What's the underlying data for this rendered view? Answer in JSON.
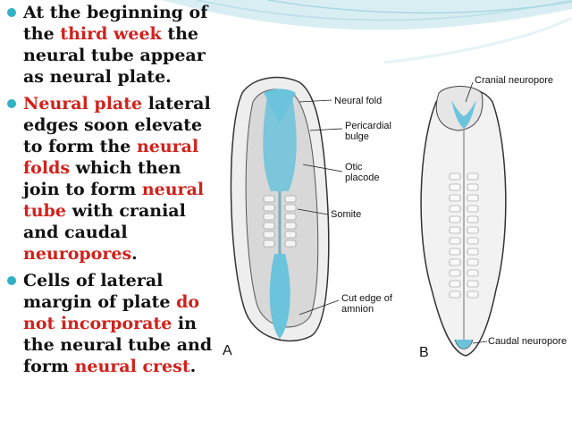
{
  "bullets": [
    {
      "segments": [
        {
          "text": "At the beginning of the ",
          "red": false
        },
        {
          "text": "third week",
          "red": true
        },
        {
          "text": " the neural tube appear as neural plate.",
          "red": false
        }
      ]
    },
    {
      "segments": [
        {
          "text": "Neural plate",
          "red": true
        },
        {
          "text": " lateral edges soon elevate to form the ",
          "red": false
        },
        {
          "text": "neural folds",
          "red": true
        },
        {
          "text": " which then join to form ",
          "red": false
        },
        {
          "text": "neural tube",
          "red": true
        },
        {
          "text": " with cranial and caudal ",
          "red": false
        },
        {
          "text": "neuropores",
          "red": true
        },
        {
          "text": ".",
          "red": false
        }
      ]
    },
    {
      "segments": [
        {
          "text": "Cells of lateral margin of  plate ",
          "red": false
        },
        {
          "text": "do not incorporate",
          "red": true
        },
        {
          "text": " in the neural tube and form ",
          "red": false
        },
        {
          "text": "neural crest",
          "red": true
        },
        {
          "text": ".",
          "red": false
        }
      ]
    }
  ],
  "figure": {
    "labels": {
      "neural_fold": "Neural fold",
      "pericardial_bulge": "Pericardial bulge",
      "otic_placode": "Otic placode",
      "somite": "Somite",
      "cut_edge": "Cut edge of amnion",
      "cranial_neuropore": "Cranial neuropore",
      "caudal_neuropore": "Caudal neuropore"
    },
    "panel_a": "A",
    "panel_b": "B"
  },
  "colors": {
    "bullet": "#2fb1c6",
    "highlight": "#d0221c",
    "neural": "#6cc3dc"
  }
}
